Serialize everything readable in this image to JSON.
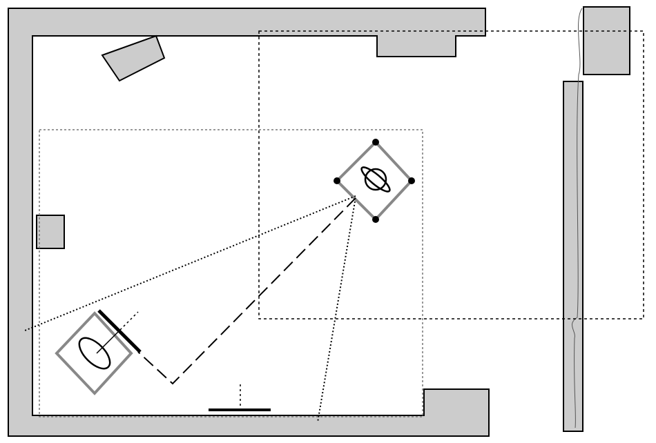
{
  "colors": {
    "background": "#ffffff",
    "wall_fill": "#cccccc",
    "stroke": "#000000",
    "device_frame": "#888888",
    "guide_dash": "#777777"
  },
  "labels": [],
  "elements": {
    "walls": "room-wall",
    "doors": "door-leaf",
    "zones": [
      "coverage-zone-primary",
      "coverage-zone-secondary"
    ],
    "devices": [
      "ceiling-sensor",
      "wall-sensor"
    ],
    "fixtures": [
      "baseboard-emitter",
      "side-panel",
      "corner-block"
    ]
  }
}
